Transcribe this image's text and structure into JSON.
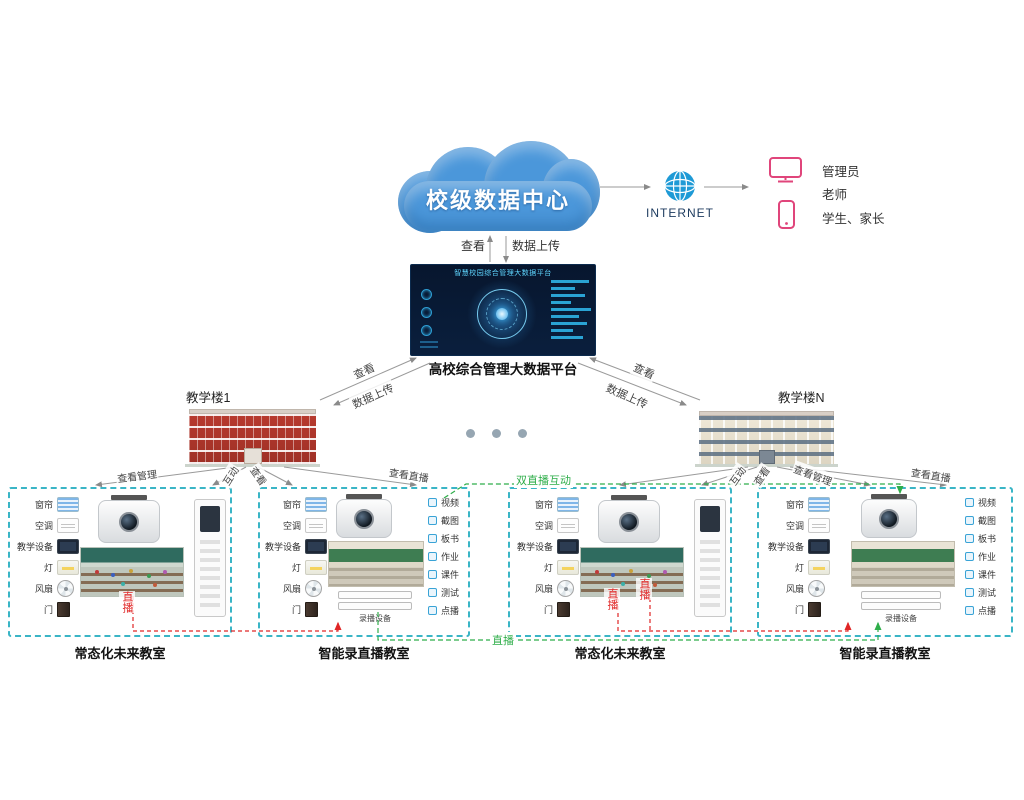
{
  "cloud": {
    "label": "校级数据中心"
  },
  "internet": {
    "label": "INTERNET"
  },
  "users": {
    "admin": "管理员",
    "teacher": "老师",
    "student": "学生、家长"
  },
  "cloud_platform_links": {
    "view": "查看",
    "upload": "数据上传"
  },
  "platform": {
    "screen_title": "智慧校园综合管理大数据平台",
    "caption": "高校综合管理大数据平台"
  },
  "platform_building_links": {
    "left_view": "查看",
    "left_upload": "数据上传",
    "right_view": "查看",
    "right_upload": "数据上传"
  },
  "buildings": {
    "left": "教学楼1",
    "right": "教学楼N"
  },
  "building_classroom_links": {
    "l1": "查看管理",
    "l2": "互动",
    "l3": "查看",
    "l4": "查看直播",
    "r1": "互动",
    "r2": "查看",
    "r3": "查看管理",
    "r4": "查看直播"
  },
  "live_links": {
    "red_left": "直播",
    "red_right_a": "直播",
    "red_right_b": "直播",
    "green_dual": "双直播互动",
    "green_live": "直播"
  },
  "classrooms": [
    {
      "title": "常态化未来教室",
      "devices": [
        "窗帘",
        "空调",
        "教学设备",
        "灯",
        "风扇",
        "门"
      ]
    },
    {
      "title": "智能录直播教室",
      "devices": [
        "窗帘",
        "空调",
        "教学设备",
        "灯",
        "风扇",
        "门"
      ],
      "outputs": [
        "视频",
        "截图",
        "板书",
        "作业",
        "课件",
        "测试",
        "点播"
      ],
      "recorder": "录播设备"
    },
    {
      "title": "常态化未来教室",
      "devices": [
        "窗帘",
        "空调",
        "教学设备",
        "灯",
        "风扇",
        "门"
      ]
    },
    {
      "title": "智能录直播教室",
      "devices": [
        "窗帘",
        "空调",
        "教学设备",
        "灯",
        "风扇",
        "门"
      ],
      "outputs": [
        "视频",
        "截图",
        "板书",
        "作业",
        "课件",
        "测试",
        "点播"
      ],
      "recorder": "录播设备"
    }
  ]
}
